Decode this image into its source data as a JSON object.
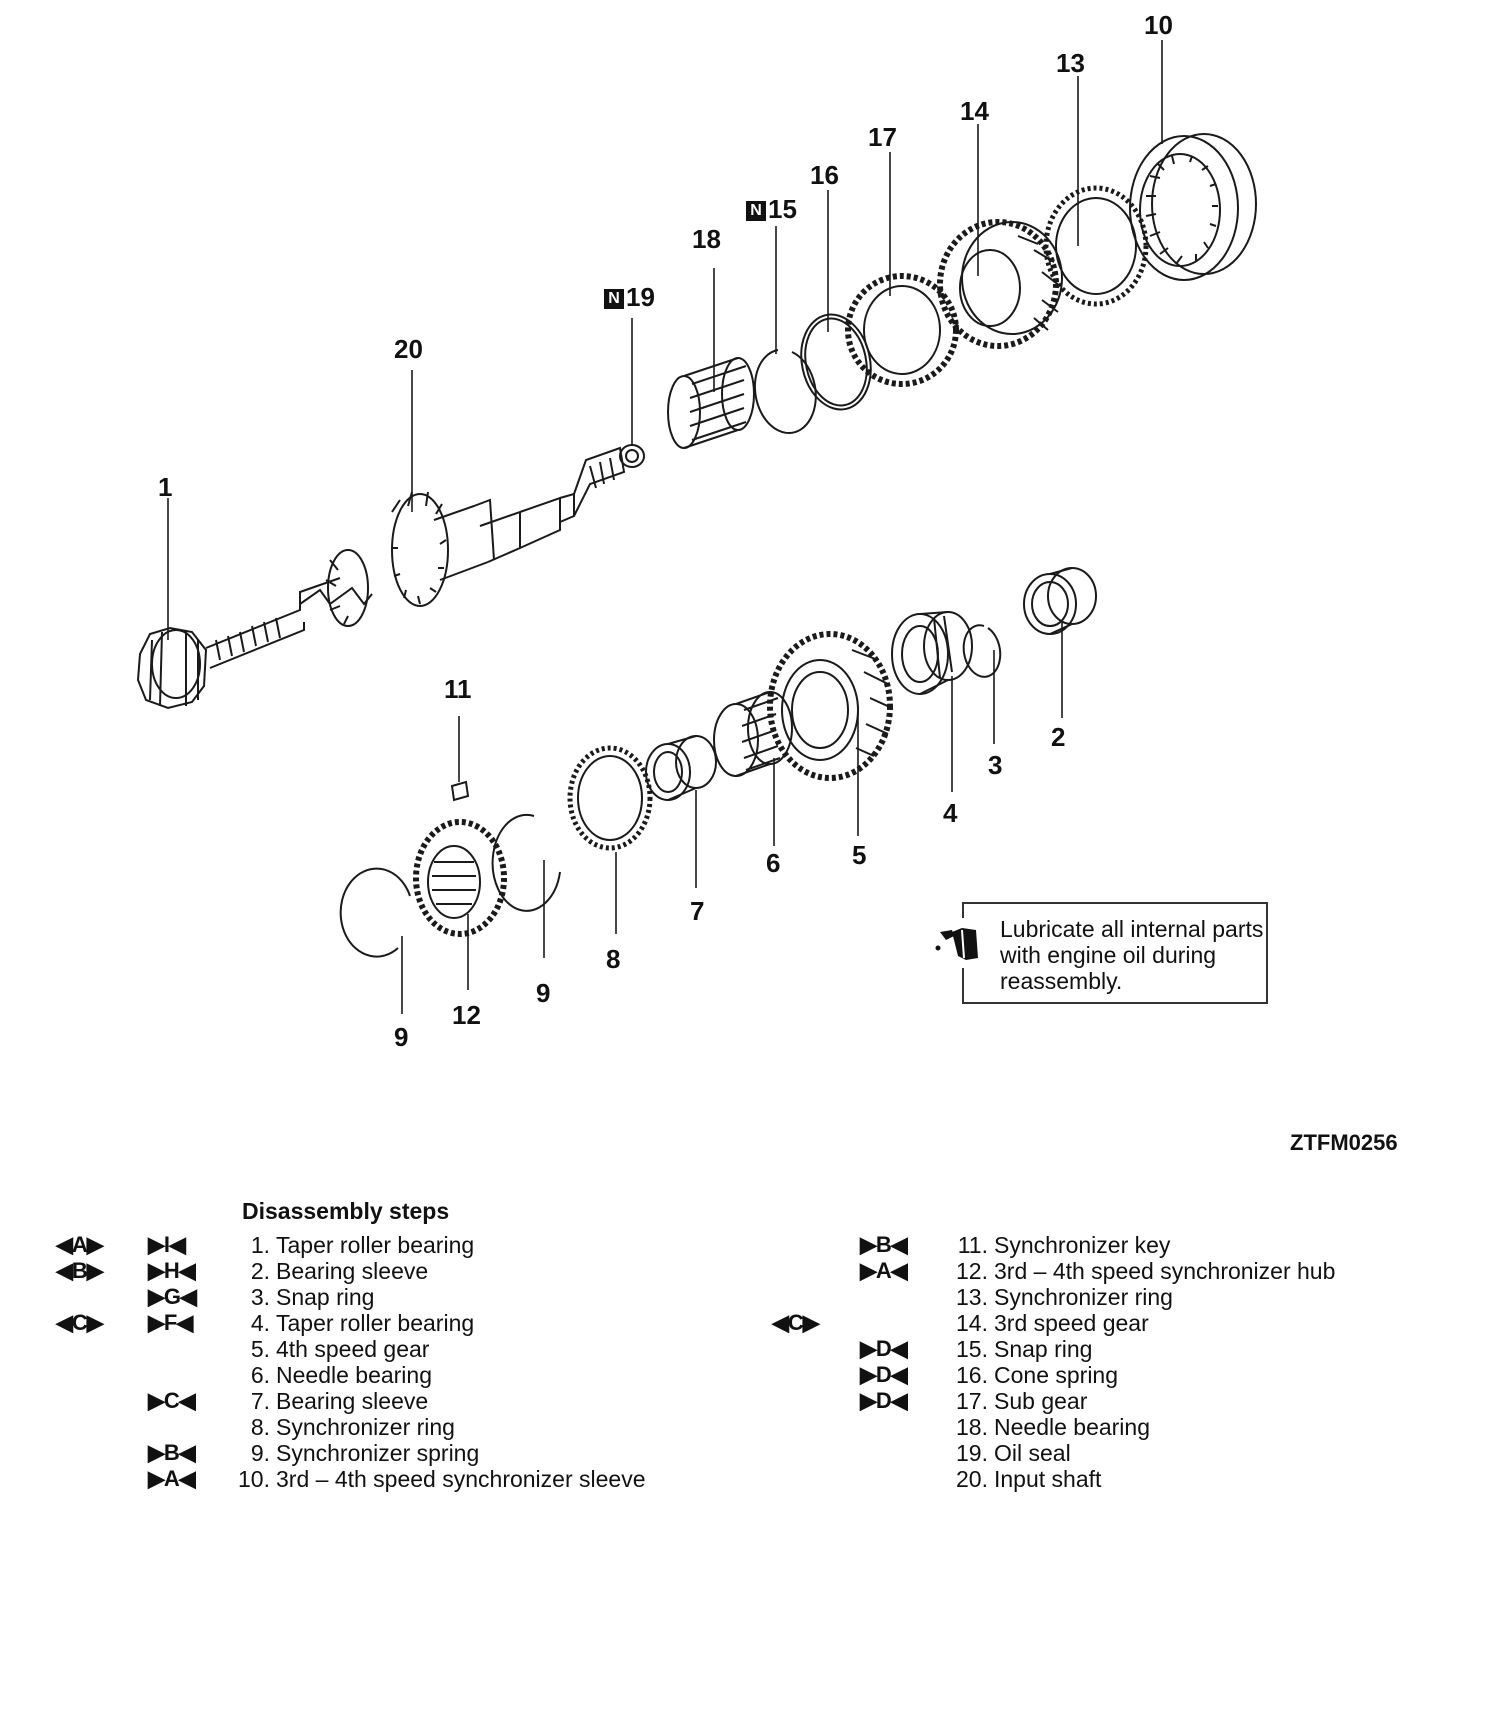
{
  "callouts": {
    "c1": "1",
    "c2": "2",
    "c3": "3",
    "c4": "4",
    "c5": "5",
    "c6": "6",
    "c7": "7",
    "c8": "8",
    "c9a": "9",
    "c9b": "9",
    "c10": "10",
    "c11": "11",
    "c12": "12",
    "c13": "13",
    "c14": "14",
    "c15": "15",
    "c16": "16",
    "c17": "17",
    "c18": "18",
    "c19": "19",
    "c20": "20",
    "badge_n": "N"
  },
  "note": {
    "text": "Lubricate all internal parts with engine oil during reassembly.",
    "icon": "oil-can-icon"
  },
  "figure_id": "ZTFM0256",
  "steps": {
    "title": "Disassembly steps",
    "left": [
      {
        "m1": "◀A▶",
        "m2": "▶I◀",
        "num": "1.",
        "label": "Taper roller bearing"
      },
      {
        "m1": "◀B▶",
        "m2": "▶H◀",
        "num": "2.",
        "label": "Bearing sleeve"
      },
      {
        "m1": "",
        "m2": "▶G◀",
        "num": "3.",
        "label": "Snap ring"
      },
      {
        "m1": "◀C▶",
        "m2": "▶F◀",
        "num": "4.",
        "label": "Taper roller bearing"
      },
      {
        "m1": "",
        "m2": "",
        "num": "5.",
        "label": "4th speed gear"
      },
      {
        "m1": "",
        "m2": "",
        "num": "6.",
        "label": "Needle bearing"
      },
      {
        "m1": "",
        "m2": "▶C◀",
        "num": "7.",
        "label": "Bearing sleeve"
      },
      {
        "m1": "",
        "m2": "",
        "num": "8.",
        "label": "Synchronizer ring"
      },
      {
        "m1": "",
        "m2": "▶B◀",
        "num": "9.",
        "label": "Synchronizer spring"
      },
      {
        "m1": "",
        "m2": "▶A◀",
        "num": "10.",
        "label": "3rd – 4th speed synchronizer sleeve"
      }
    ],
    "right": [
      {
        "m1": "",
        "m2": "▶B◀",
        "num": "11.",
        "label": "Synchronizer key"
      },
      {
        "m1": "",
        "m2": "▶A◀",
        "num": "12.",
        "label": "3rd – 4th speed synchronizer hub"
      },
      {
        "m1": "",
        "m2": "",
        "num": "13.",
        "label": "Synchronizer ring"
      },
      {
        "m1": "◀C▶",
        "m2": "",
        "num": "14.",
        "label": "3rd speed gear"
      },
      {
        "m1": "",
        "m2": "▶D◀",
        "num": "15.",
        "label": "Snap ring"
      },
      {
        "m1": "",
        "m2": "▶D◀",
        "num": "16.",
        "label": "Cone spring"
      },
      {
        "m1": "",
        "m2": "▶D◀",
        "num": "17.",
        "label": "Sub gear"
      },
      {
        "m1": "",
        "m2": "",
        "num": "18.",
        "label": "Needle bearing"
      },
      {
        "m1": "",
        "m2": "",
        "num": "19.",
        "label": "Oil seal"
      },
      {
        "m1": "",
        "m2": "",
        "num": "20.",
        "label": "Input shaft"
      }
    ]
  }
}
